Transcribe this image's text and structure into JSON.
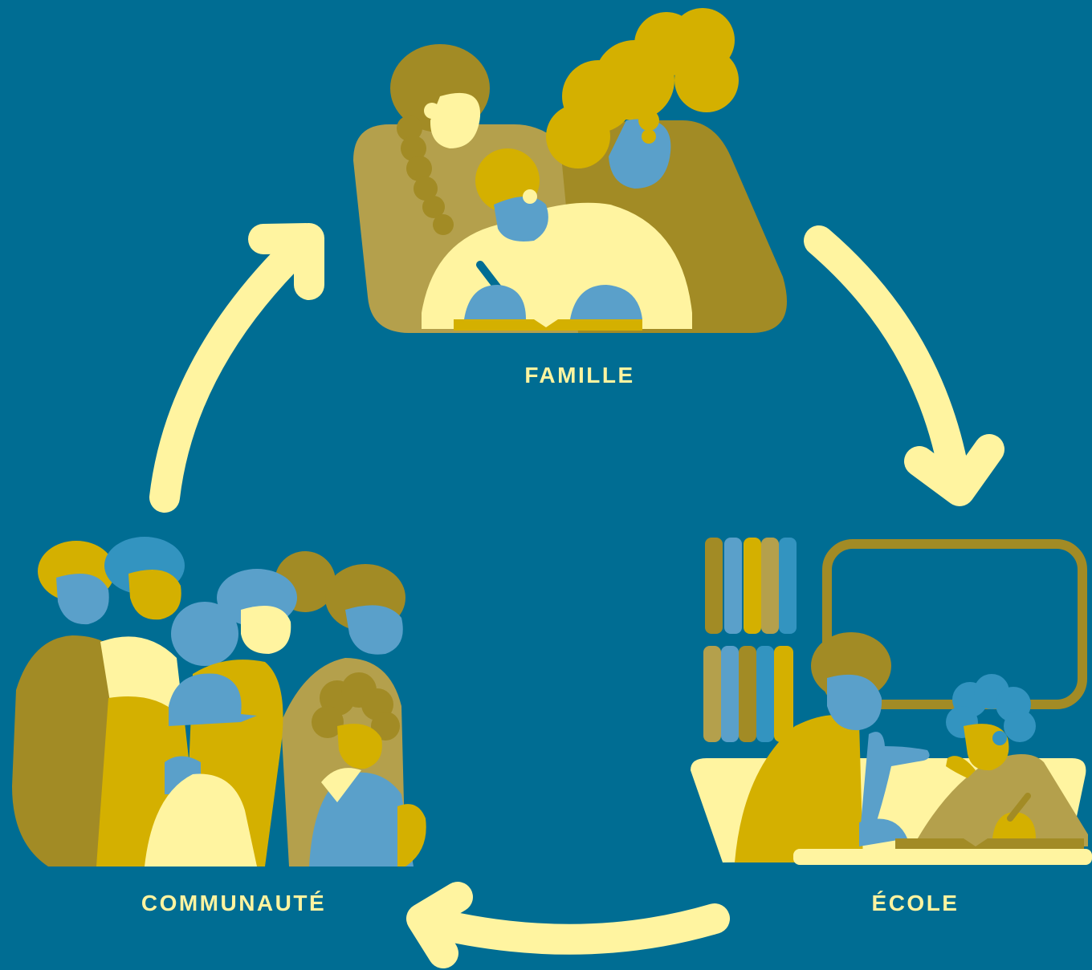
{
  "colors": {
    "background": "#006d93",
    "arrow": "#fff4a0",
    "label": "#fff4a0",
    "olive": "#a28b25",
    "khaki": "#b4a04c",
    "mustard": "#d4b000",
    "blue": "#5aa0ca",
    "blue_mid": "#3394c0",
    "cream": "#fff4a0"
  },
  "nodes": [
    {
      "id": "famille",
      "label": "FAMILLE",
      "illustration": "family-reading-illustration"
    },
    {
      "id": "ecole",
      "label": "ÉCOLE",
      "illustration": "classroom-illustration"
    },
    {
      "id": "communaute",
      "label": "COMMUNAUTÉ",
      "illustration": "community-group-illustration"
    }
  ],
  "cycle": {
    "direction": "clockwise",
    "arrows": [
      {
        "from": "famille",
        "to": "ecole",
        "icon": "curved-arrow-icon"
      },
      {
        "from": "ecole",
        "to": "communaute",
        "icon": "curved-arrow-icon"
      },
      {
        "from": "communaute",
        "to": "famille",
        "icon": "curved-arrow-icon"
      }
    ]
  }
}
